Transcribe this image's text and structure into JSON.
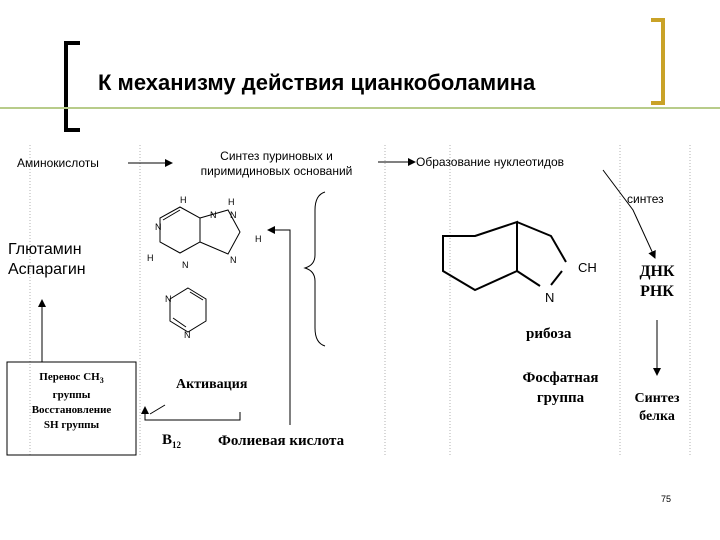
{
  "title": "К механизму действия цианкоболамина",
  "labels": {
    "amino_acids": "Аминокислоты",
    "purine_synthesis_1": "Синтез пуриновых и",
    "purine_synthesis_2": "пиримидиновых оснований",
    "nucleotide_formation": "Образование нуклеотидов",
    "synthesis": "синтез",
    "glutamine": "Глютамин",
    "asparagine": "Аспарагин",
    "dna": "ДНК",
    "rna": "РНК",
    "ribose": "рибоза",
    "phosphate_1": "Фосфатная",
    "phosphate_2": "группа",
    "activation": "Активация",
    "folic_acid": "Фолиевая кислота",
    "b12_main": "В",
    "b12_sub": "12",
    "protein_synthesis_1": "Синтез",
    "protein_synthesis_2": "белка",
    "box_line1_main": "Перенос СН",
    "box_line1_sub": "3",
    "box_line2": "группы",
    "box_line3": "Восстановление",
    "box_line4": "SH группы"
  },
  "atoms": {
    "purine_h_top1": "H",
    "purine_n_top": "N",
    "purine_h_top2": "H",
    "purine_n_left": "N",
    "purine_n_right": "N",
    "purine_h_right": "H",
    "purine_h_left": "H",
    "purine_n_bottom1": "N",
    "purine_n_bottom2": "N",
    "pyrimidine_n1": "N",
    "pyrimidine_n2": "N",
    "ribose_ch": "CH",
    "ribose_n": "N"
  },
  "page_number": "75",
  "colors": {
    "bracket_left": "#000000",
    "bracket_right": "#c9a227",
    "divider": "#b8cc8a",
    "grid": "#b0b0b0"
  }
}
